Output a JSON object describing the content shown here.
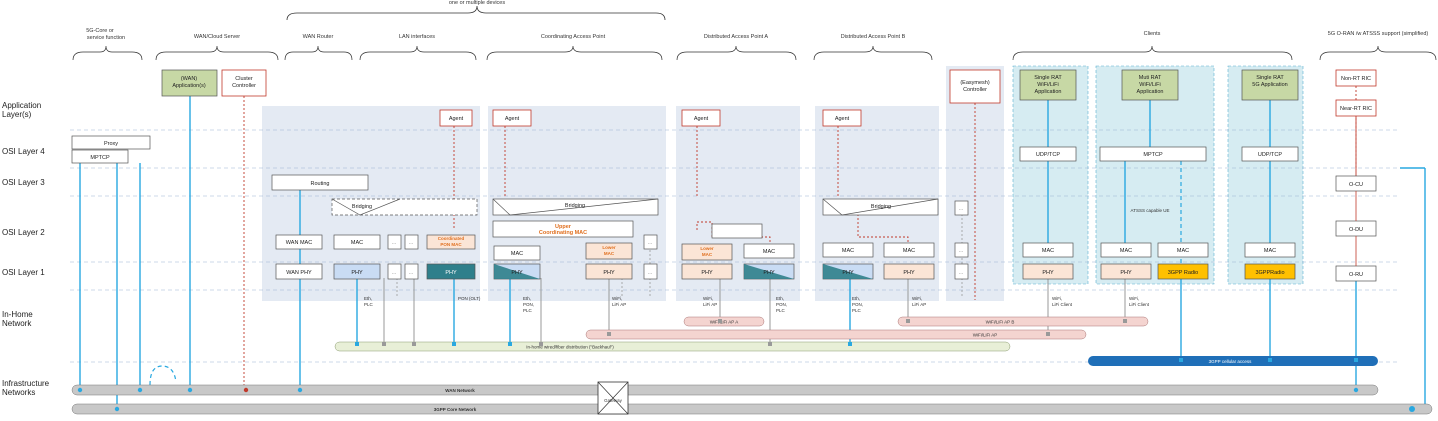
{
  "top_brace": "one or multiple devices",
  "columns": {
    "core": "5G-Core or service function",
    "wan_cloud": "WAN/Cloud Server",
    "wan_router": "WAN Router",
    "lan_if": "LAN interfaces",
    "cap": "Coordinating Access Point",
    "dap_a": "Distributed Access Point  A",
    "dap_b": "Distributed Access Point  B",
    "clients": "Clients",
    "oran": "5G O-RAN /w ATSSS support (simplified)"
  },
  "rows": {
    "app": "Application Layer(s)",
    "l4": "OSI Layer 4",
    "l3": "OSI Layer 3",
    "l2": "OSI Layer 2",
    "l1": "OSI Layer 1",
    "inhome": "In-Home Network",
    "infra": "Infrastructure Networks"
  },
  "boxes": {
    "proxy": "Proxy",
    "mptcp": "MPTCP",
    "wan_app": "(WAN) Application(s)",
    "cluster": "Cluster Controller",
    "agent": "Agent",
    "routing": "Routing",
    "bridging": "Bridging",
    "wan_mac": "WAN MAC",
    "wan_phy": "WAN PHY",
    "mac": "MAC",
    "phy": "PHY",
    "coord_pon_mac": "Coordinated PON MAC",
    "upper_mac": "Upper Coordinating MAC",
    "lower_mac": "Lower MAC",
    "easymesh": "(Easymesh) Controller",
    "srat_wifi": "Single RAT WiFi/LiFi Application",
    "mrat": "Muti RAT WiFi/LiFi Application",
    "srat_5g": "Single RAT 5G Application",
    "udp_tcp": "UDP/TCP",
    "atsss": "ATSSS capable UE",
    "gpp_radio": "3GPP Radio",
    "gpp_radio2": "3GPPRadio",
    "nonrt": "Non-RT RIC",
    "nearrt": "Near-RT RIC",
    "ocu": "O-CU",
    "odu": "O-DU",
    "oru": "O-RU"
  },
  "media": {
    "eth_plc": "Eth, PLC",
    "pon_olt": "PON (OLT)",
    "eth_pon_plc": "Eth, PON, PLC",
    "wifi_lifi_ap": "WiFi, LiFi AP",
    "wifi_lifi_client": "WiFi, LiFi Client"
  },
  "networks": {
    "wifi_ap_a": "WiFi/LiFi AP A",
    "wifi_ap_b": "WiFi/LiFi AP B",
    "wifi_ap": "WiFi/LiFi AP",
    "backhaul": "In-home wired/fiber distribution (\"Backhaul\")",
    "gpp_access": "3GPP cellular access",
    "wan_net": "WAN Network",
    "core_net": "3GPP Core Network",
    "gateway": "Gateway"
  },
  "colors": {
    "bg_panel": "#e4eaf3",
    "client_panel": "#d6ecf2",
    "app_green": "#c7d8a5",
    "phy_blue": "#c9dcf4",
    "phy_teal": "#2f7f8b",
    "phy_peach": "#fbe5d6",
    "gold": "#ffc000",
    "orange_text": "#e07020",
    "red_dotted": "#c0392b",
    "blue_line": "#29a8e0",
    "pink_bus": "#f4d4d0",
    "green_bus": "#e8efd7",
    "blue_bus": "#1f6fb8",
    "gray_bus": "#c8c8c8"
  }
}
